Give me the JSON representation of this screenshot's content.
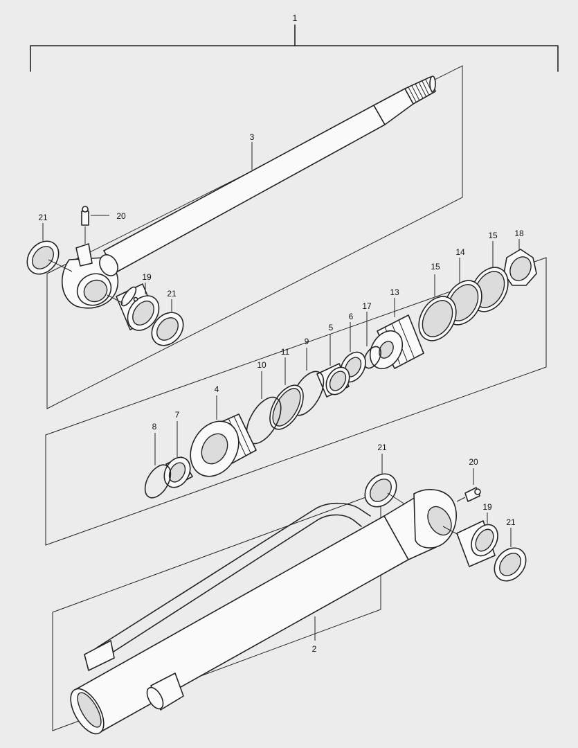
{
  "diagram": {
    "labels": {
      "assembly": "1",
      "tube": "2",
      "rod": "3",
      "head": "4",
      "bushing_5": "5",
      "ring_6": "6",
      "ring_7": "7",
      "oring_8": "8",
      "ring_9": "9",
      "oring_10": "10",
      "ring_11": "11",
      "piston": "13",
      "ring_14": "14",
      "ring_15a": "15",
      "ring_15b": "15",
      "oring_17": "17",
      "nut": "18",
      "bush_19a": "19",
      "bush_19b": "19",
      "grease_20a": "20",
      "grease_20b": "20",
      "seal_21a": "21",
      "seal_21b": "21",
      "seal_21c": "21",
      "seal_21d": "21"
    }
  }
}
